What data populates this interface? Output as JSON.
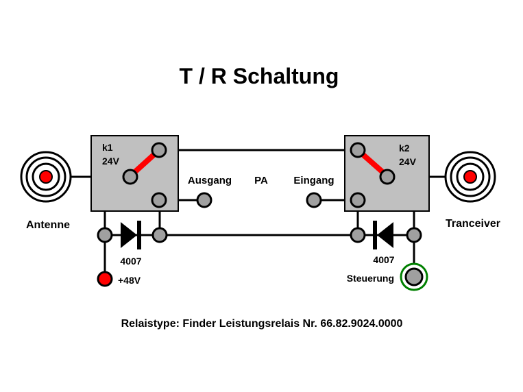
{
  "title": "T / R Schaltung",
  "relays": [
    {
      "name": "k1",
      "voltage": "24V"
    },
    {
      "name": "k2",
      "voltage": "24V"
    }
  ],
  "labels": {
    "antenna": "Antenne",
    "transceiver": "Tranceiver",
    "output": "Ausgang",
    "pa": "PA",
    "input": "Eingang",
    "diode_left": "4007",
    "diode_right": "4007",
    "supply": "+48V",
    "control": "Steuerung"
  },
  "footer": "Relaistype: Finder Leistungsrelais Nr. 66.82.9024.0000",
  "colors": {
    "wire": "#000000",
    "relay_body": "#c0c0c0",
    "contact_arm": "#ff0000",
    "terminal": "#a0a0a0",
    "supply_terminal": "#ff0000",
    "control_ring": "#008000"
  }
}
